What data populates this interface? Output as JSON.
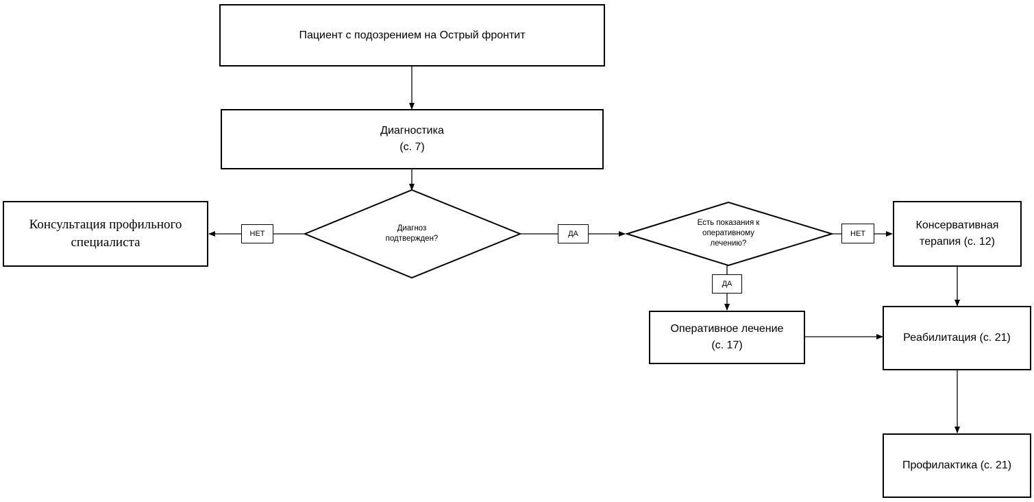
{
  "start": {
    "text": "Пациент с подозрением на Острый фронтит"
  },
  "diagnostics": {
    "line1": "Диагностика",
    "line2": "(с. 7)"
  },
  "decision1": {
    "line1": "Диагноз",
    "line2": "подтвержден?"
  },
  "decision2": {
    "line1": "Есть показания к",
    "line2": "оперативному",
    "line3": "лечению?"
  },
  "consult": {
    "line1": "Консультация профильного",
    "line2": "специалиста"
  },
  "conservative": {
    "line1": "Консервативная",
    "line2": "терапия (с. 12)"
  },
  "surgery": {
    "line1": "Оперативное лечение",
    "line2": "(с. 17)"
  },
  "rehab": {
    "text": "Реабилитация (с. 21)"
  },
  "prevention": {
    "text": "Профилактика (с. 21)"
  },
  "labels": {
    "no1": "НЕТ",
    "yes1": "ДА",
    "no2": "НЕТ",
    "yes2": "ДА"
  }
}
